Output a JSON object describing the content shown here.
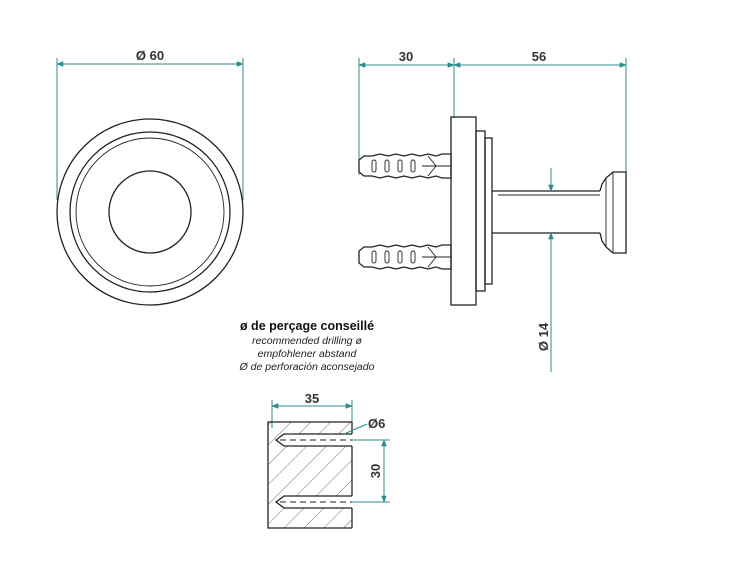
{
  "dimensions": {
    "front_diameter": "Ø 60",
    "wall_depth": "30",
    "projection": "56",
    "rod_diameter": "Ø 14",
    "drill_depth": "35",
    "drill_diameter": "Ø6",
    "drill_spacing": "30"
  },
  "drilling_note": {
    "fr": "ø de perçage conseillé",
    "en": "recommended drilling ø",
    "de": "empfohlener abstand",
    "es": "Ø de perforación aconsejado"
  },
  "colors": {
    "dimension_line": "#2e8b8b",
    "part_line": "#222222"
  }
}
